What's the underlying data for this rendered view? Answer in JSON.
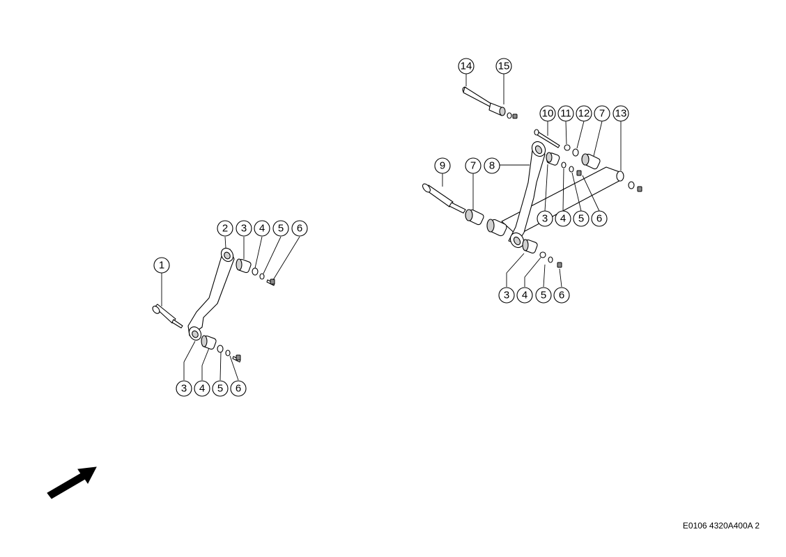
{
  "drawing_code": "E0106 4320A400A 2",
  "colors": {
    "line": "#000000",
    "background": "#ffffff",
    "shade": "#cfcfcf"
  },
  "icons": {
    "direction_arrow": "arrow-icon"
  },
  "left_assembly": {
    "callouts": [
      {
        "id": "L1",
        "label": "1"
      },
      {
        "id": "L2",
        "label": "2"
      },
      {
        "id": "L3a",
        "label": "3"
      },
      {
        "id": "L4a",
        "label": "4"
      },
      {
        "id": "L5a",
        "label": "5"
      },
      {
        "id": "L6a",
        "label": "6"
      },
      {
        "id": "L3b",
        "label": "3"
      },
      {
        "id": "L4b",
        "label": "4"
      },
      {
        "id": "L5b",
        "label": "5"
      },
      {
        "id": "L6b",
        "label": "6"
      }
    ]
  },
  "right_assembly": {
    "callouts": [
      {
        "id": "R14",
        "label": "14"
      },
      {
        "id": "R15",
        "label": "15"
      },
      {
        "id": "R10",
        "label": "10"
      },
      {
        "id": "R11",
        "label": "11"
      },
      {
        "id": "R12",
        "label": "12"
      },
      {
        "id": "R7a",
        "label": "7"
      },
      {
        "id": "R13",
        "label": "13"
      },
      {
        "id": "R9",
        "label": "9"
      },
      {
        "id": "R7b",
        "label": "7"
      },
      {
        "id": "R8",
        "label": "8"
      },
      {
        "id": "R3a",
        "label": "3"
      },
      {
        "id": "R4a",
        "label": "4"
      },
      {
        "id": "R5a",
        "label": "5"
      },
      {
        "id": "R6a",
        "label": "6"
      },
      {
        "id": "R3b",
        "label": "3"
      },
      {
        "id": "R4b",
        "label": "4"
      },
      {
        "id": "R5b",
        "label": "5"
      },
      {
        "id": "R6b",
        "label": "6"
      }
    ]
  }
}
